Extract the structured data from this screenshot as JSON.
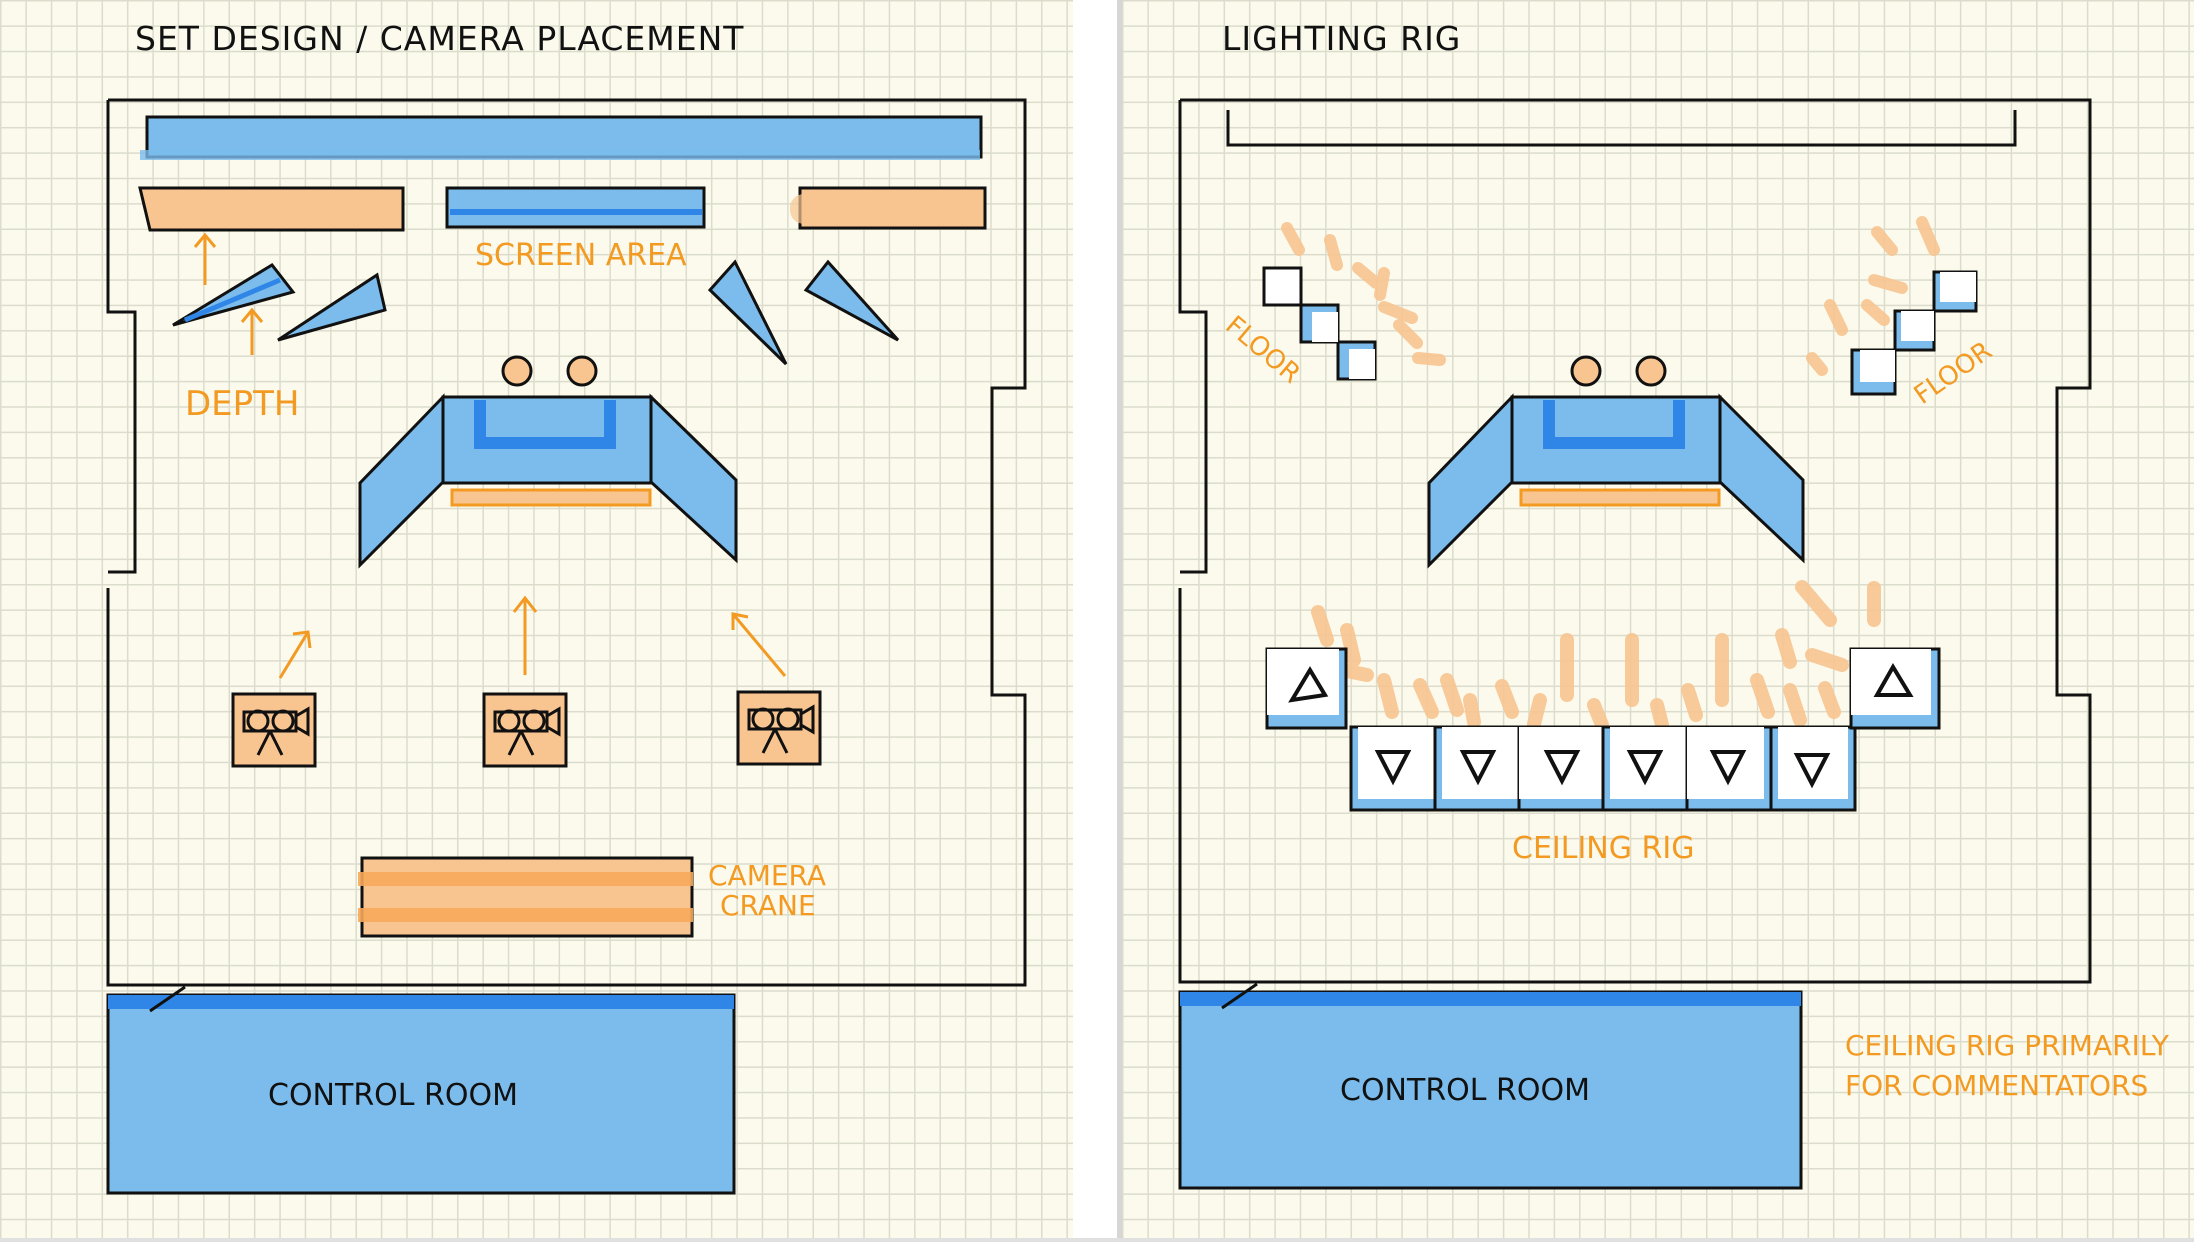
{
  "left": {
    "title": "SET DESIGN / CAMERA PLACEMENT",
    "labels": {
      "screen_area": "SCREEN AREA",
      "depth": "DEPTH",
      "camera_crane_line1": "CAMERA",
      "camera_crane_line2": "CRANE",
      "control_room": "CONTROL ROOM"
    },
    "camera_count": 3
  },
  "right": {
    "title": "LIGHTING RIG",
    "labels": {
      "floor_left": "FLOOR",
      "floor_right": "FLOOR",
      "ceiling_rig": "CEILING RIG",
      "control_room": "CONTROL ROOM",
      "note_line1": "CEILING RIG PRIMARILY",
      "note_line2": "FOR COMMENTATORS"
    },
    "ceiling_light_count": 8
  },
  "colors": {
    "blue": "#7bbcec",
    "blue_dark": "#2f86e6",
    "orange": "#f8c591",
    "orange_text": "#f39a22",
    "ink": "#111111"
  }
}
